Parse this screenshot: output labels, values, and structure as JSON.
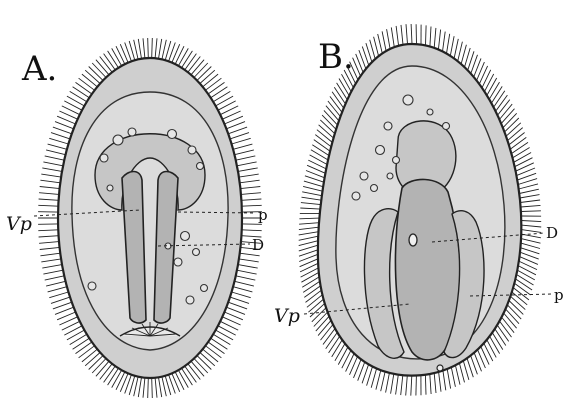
{
  "panels": [
    {
      "letter": "A.",
      "labels": {
        "vp": "Vp",
        "p": "p",
        "d": "D"
      }
    },
    {
      "letter": "B.",
      "labels": {
        "vp": "Vp",
        "p": "p",
        "d": "D"
      }
    }
  ],
  "style": {
    "ink": "#222222",
    "tissue": "#cfcfcf",
    "organ": "#b3b3b3",
    "background": "#ffffff"
  }
}
